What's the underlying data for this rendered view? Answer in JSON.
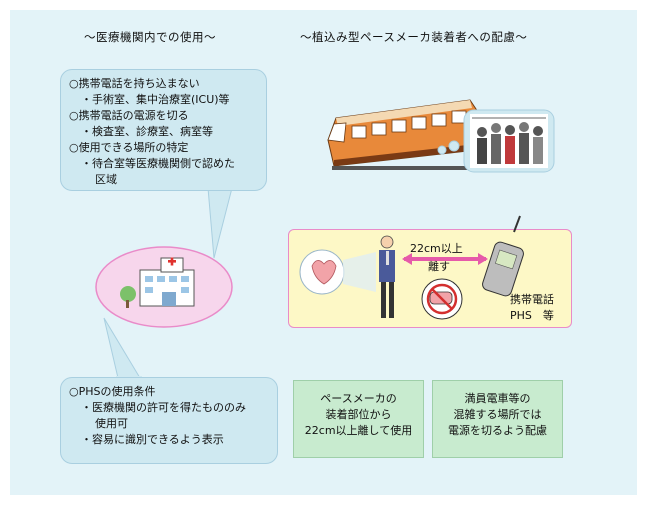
{
  "headings": {
    "left": "〜医療機関内での使用〜",
    "right": "〜植込み型ペースメーカ装着者への配慮〜"
  },
  "hospital_rules": [
    {
      "text": "○携帯電話を持ち込まない",
      "indent": 0
    },
    {
      "text": "・手術室、集中治療室(ICU)等",
      "indent": 1
    },
    {
      "text": "○携帯電話の電源を切る",
      "indent": 0
    },
    {
      "text": "・検査室、診療室、病室等",
      "indent": 1
    },
    {
      "text": "○使用できる場所の特定",
      "indent": 0
    },
    {
      "text": "・待合室等医療機関側で認めた",
      "indent": 1
    },
    {
      "text": "区域",
      "indent": 2
    }
  ],
  "phs_rules": [
    {
      "text": "○PHSの使用条件",
      "indent": 0
    },
    {
      "text": "・医療機関の許可を得たもののみ",
      "indent": 1
    },
    {
      "text": "使用可",
      "indent": 2
    },
    {
      "text": "・容易に識別できるよう表示",
      "indent": 1
    }
  ],
  "pacemaker": {
    "distance_label_1": "22cm以上",
    "distance_label_2": "離す",
    "device_label_1": "携帯電話",
    "device_label_2": "PHS　等"
  },
  "advice": [
    {
      "lines": [
        "ペースメーカの",
        "装着部位から",
        "22cm以上離して使用"
      ]
    },
    {
      "lines": [
        "満員電車等の",
        "混雑する場所では",
        "電源を切るよう配慮"
      ]
    }
  ],
  "icons": [
    "hospital-icon",
    "train-icon",
    "crowd-icon",
    "heart-icon",
    "person-icon",
    "mobile-phone-icon",
    "no-phone-icon"
  ],
  "colors": {
    "panel": "#e3f3f8",
    "bubble": "#cfe9f1",
    "oval_fill": "#f7d6ec",
    "oval_border": "#e98bc9",
    "yellow_box": "#fdf8c6",
    "green_box": "#c8ebcf"
  }
}
